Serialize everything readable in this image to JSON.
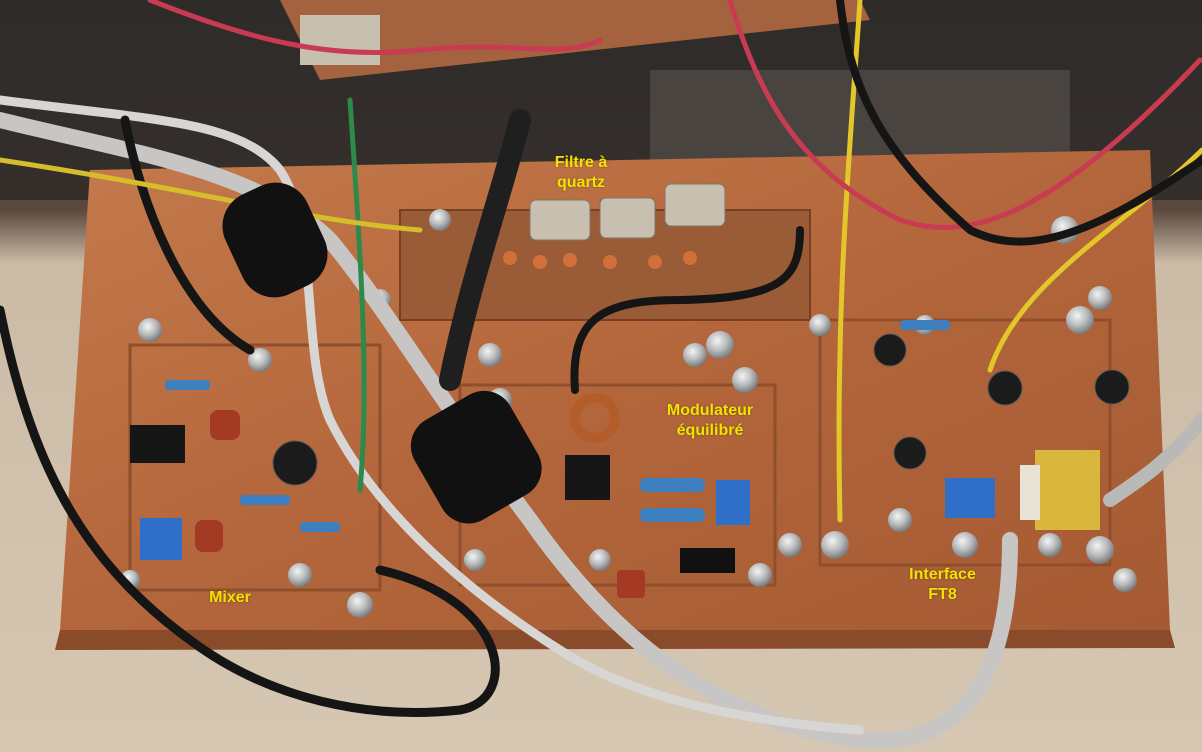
{
  "labels": {
    "filter": {
      "line1": "Filtre à",
      "line2": "quartz"
    },
    "modulator": {
      "line1": "Modulateur",
      "line2": "équilibré"
    },
    "mixer": {
      "line1": "Mixer"
    },
    "interface": {
      "line1": "Interface",
      "line2": "FT8"
    }
  },
  "colors": {
    "label": "#f2e200",
    "pcb_copper": "#b86a3f",
    "background_wood": "#b9a892"
  }
}
